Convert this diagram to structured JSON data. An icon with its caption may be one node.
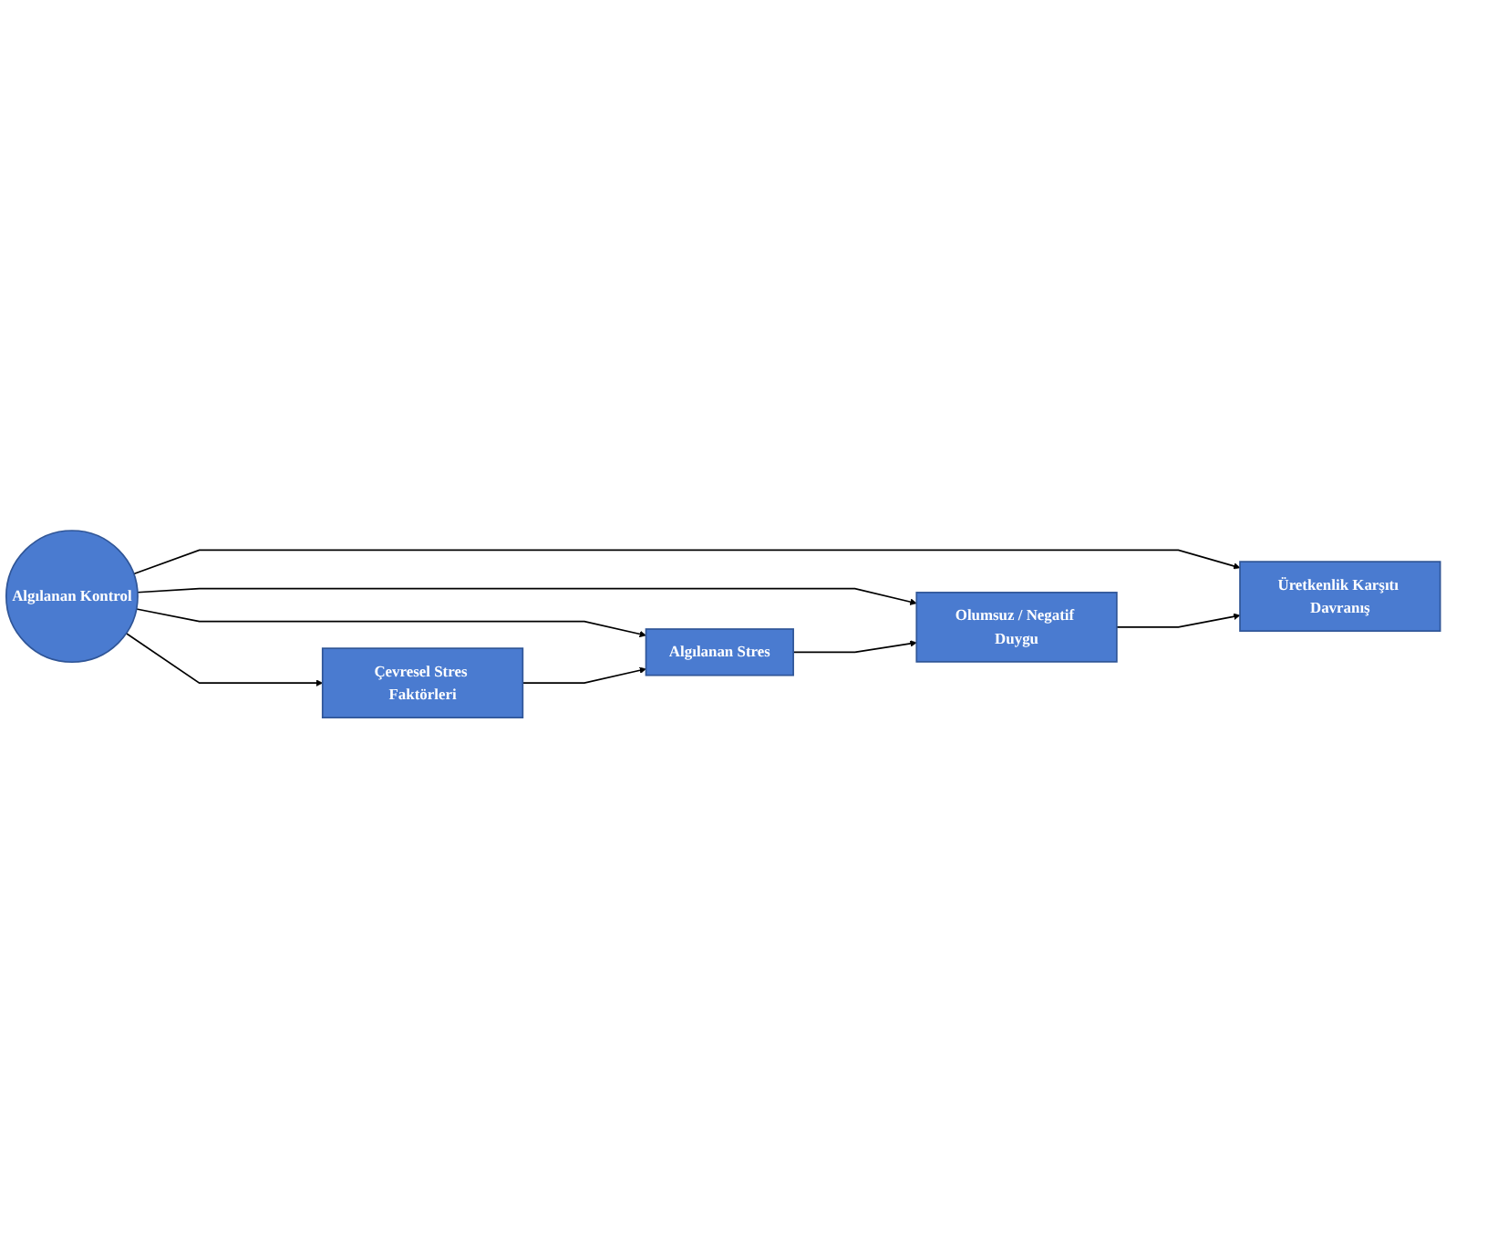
{
  "diagram": {
    "nodes": [
      {
        "text": [
          "Algılanan Kontrol"
        ]
      },
      {
        "text": [
          "Çevresel Stres Faktörleri"
        ]
      },
      {
        "text": [
          "Algılanan Stres"
        ]
      },
      {
        "text": [
          "Olumsuz / Negatif Duygu"
        ]
      },
      {
        "text": [
          "Üretkenlik Karşıtı Davranış"
        ]
      }
    ],
    "edges": [
      {
        "from": 0,
        "to": 1,
        "arrow": "to"
      },
      {
        "from": 0,
        "to": 2,
        "arrow": "to"
      },
      {
        "from": 0,
        "to": 3,
        "arrow": "to"
      },
      {
        "from": 0,
        "to": 4,
        "arrow": "to"
      },
      {
        "from": 1,
        "to": 2,
        "arrow": "to"
      },
      {
        "from": 2,
        "to": 3,
        "arrow": "to"
      },
      {
        "from": 3,
        "to": 4,
        "arrow": "to"
      }
    ]
  }
}
